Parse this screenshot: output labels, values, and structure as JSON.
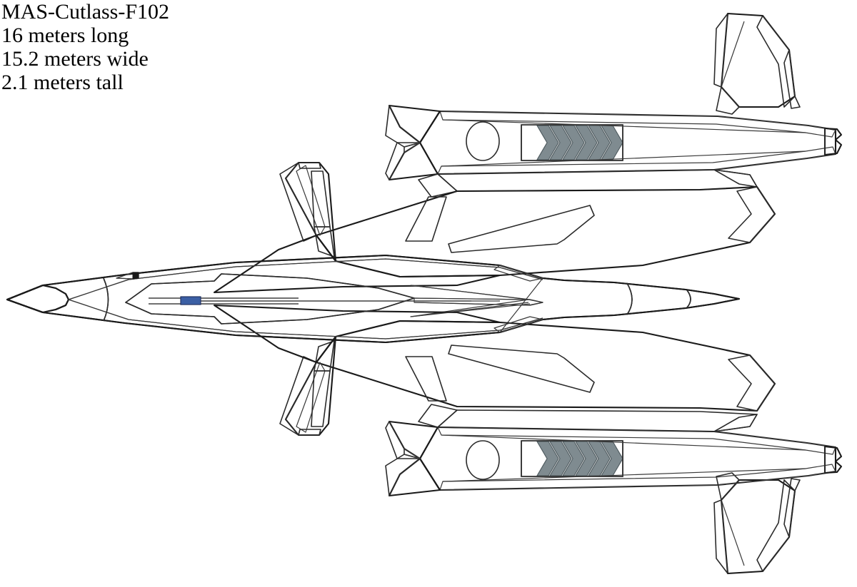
{
  "document": {
    "subject": "MAS-Cutlass-F102",
    "view": "top-down orthographic plan view of a fictional twin-boom stealth fighter aircraft"
  },
  "spec_block": {
    "lines": [
      "MAS-Cutlass-F102",
      "16 meters long",
      "15.2 meters wide",
      "2.1 meters tall"
    ],
    "title": "MAS-Cutlass-F102",
    "length": "16 meters long",
    "width": "15.2 meters wide",
    "height": "2.1 meters tall"
  },
  "palette": {
    "background": "#ffffff",
    "hull_light": "#d8d8d8",
    "hull_light_2": "#dedede",
    "hull_mid": "#cfcfcf",
    "shadow_slate": "#67757a",
    "shadow_slate_dark": "#5c696e",
    "panel_blue_gray": "#b4b9c7",
    "panel_blue_gray_2": "#a8aebd",
    "vent_dark": "#6d7a80",
    "vent_slat": "#7f8b90",
    "nozzle_gray": "#8d9497",
    "nose_tip": "#67757a",
    "accent_blue": "#3b5fa4",
    "outline": "#1a1a1a"
  },
  "components": {
    "nose_tip": "nose-radome-tip",
    "fuselage": "central-fuselage",
    "canopy": "cockpit-canopy",
    "pitot": "pitot-probe",
    "antenna": "blue-antenna-strip",
    "lerx": "leading-edge-root-extension",
    "main_wing_upper": "upper-main-wing",
    "main_wing_lower": "lower-main-wing",
    "canard_fin_upper": "upper-canted-wing-fin",
    "canard_fin_lower": "lower-canted-wing-fin",
    "nacelle_upper": "upper-engine-nacelle",
    "nacelle_lower": "lower-engine-nacelle",
    "vent_upper": "upper-louvered-heat-vent",
    "vent_lower": "lower-louvered-heat-vent",
    "port_upper": "upper-oval-sensor-port",
    "port_lower": "lower-oval-sensor-port",
    "tailfin_upper": "upper-vertical-stabilizer",
    "tailfin_lower": "lower-vertical-stabilizer",
    "nozzle_upper": "upper-exhaust-nozzle",
    "nozzle_lower": "lower-exhaust-nozzle",
    "tail_boom": "center-tail-boom",
    "bay_upper": "upper-weapons-bay-hatch",
    "bay_lower": "lower-weapons-bay-hatch",
    "strake_upper": "upper-intake-strake",
    "strake_lower": "lower-intake-strake"
  },
  "details": {
    "vent_slat_count": 7,
    "nacelle_count": 2,
    "tail_fin_count": 2,
    "wing_fin_count": 2
  }
}
